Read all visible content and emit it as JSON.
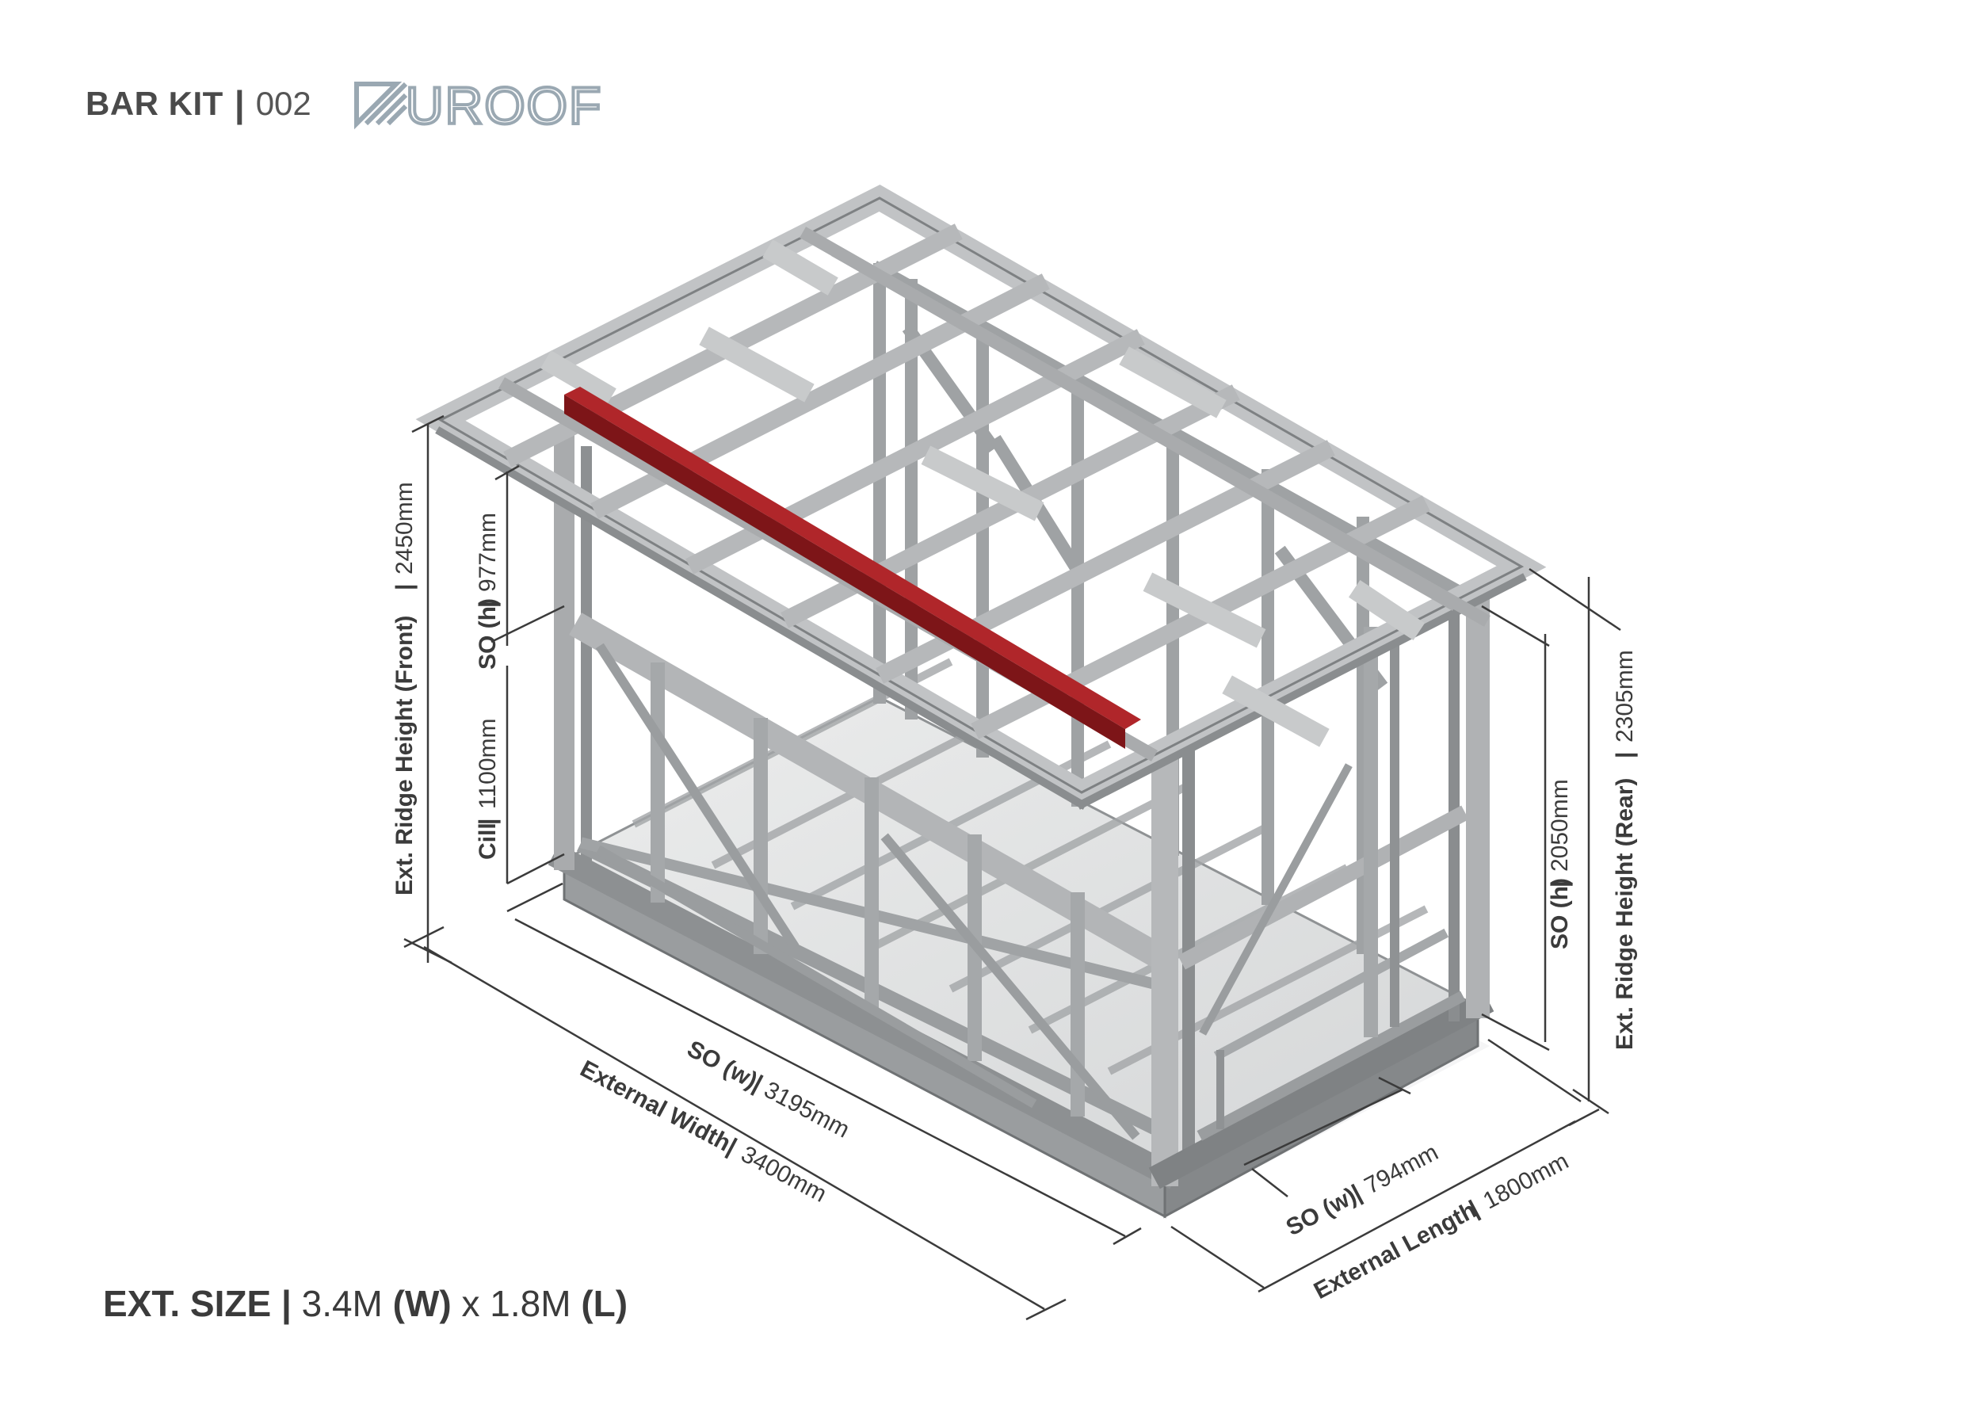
{
  "header": {
    "kit_label": "BAR KIT",
    "separator": "|",
    "kit_number": "002",
    "brand": "UROOF"
  },
  "dimensions": {
    "front_ridge": {
      "label": "Ext. Ridge Height (Front)",
      "value": "2450mm"
    },
    "so_h_front": {
      "label": "SO (h)",
      "value": "977mm"
    },
    "cill": {
      "label": "Cill",
      "value": "1100mm"
    },
    "so_w_width": {
      "label": "SO (w)",
      "value": "3195mm"
    },
    "external_width": {
      "label": "External Width",
      "value": "3400mm"
    },
    "so_w_length": {
      "label": "SO (w)",
      "value": "794mm"
    },
    "external_length": {
      "label": "External Length",
      "value": "1800mm"
    },
    "so_h_rear": {
      "label": "SO (h)",
      "value": "2050mm"
    },
    "rear_ridge": {
      "label": "Ext. Ridge Height (Rear)",
      "value": "2305mm"
    }
  },
  "footer": {
    "prefix": "EXT. SIZE",
    "separator": "|",
    "width_value": "3.4M",
    "width_tag": "(W)",
    "times": "x",
    "length_value": "1.8M",
    "length_tag": "(L)"
  },
  "colors": {
    "frame": "#a9abad",
    "frame_dark": "#6f7274",
    "beam": "#b0262a",
    "logo": "#9aa8b2",
    "text": "#3b3b3b"
  }
}
